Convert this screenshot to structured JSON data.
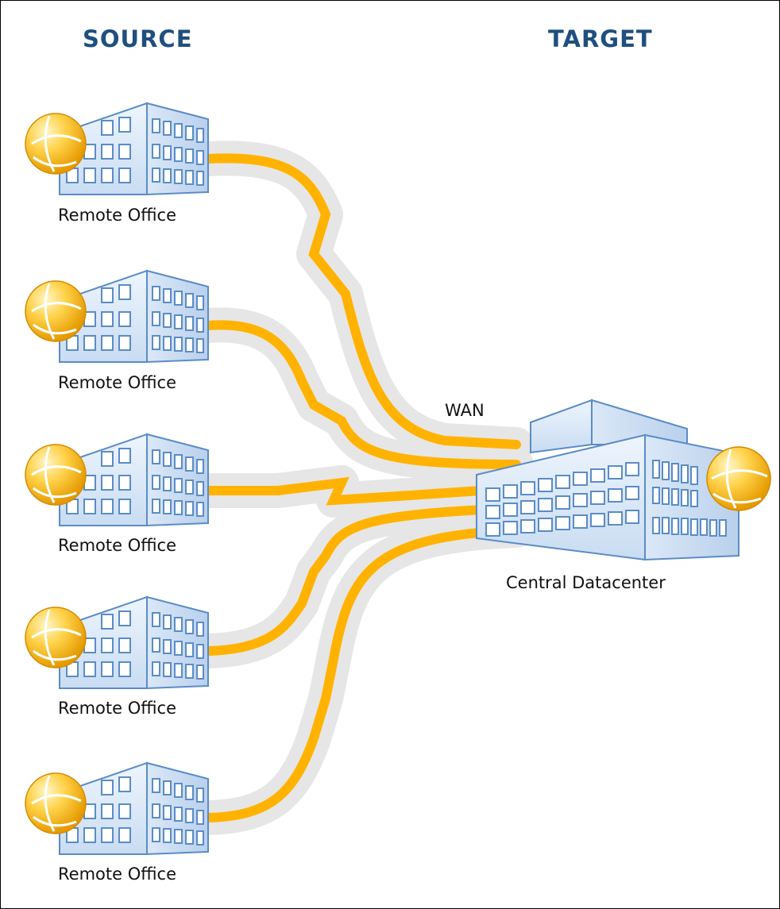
{
  "headings": {
    "source": "SOURCE",
    "target": "TARGET"
  },
  "source_nodes": [
    {
      "label": "Remote Office"
    },
    {
      "label": "Remote Office"
    },
    {
      "label": "Remote Office"
    },
    {
      "label": "Remote Office"
    },
    {
      "label": "Remote Office"
    }
  ],
  "target_node": {
    "label": "Central Datacenter"
  },
  "link_label": "WAN",
  "colors": {
    "heading": "#1f4f7e",
    "link": "#ffb300",
    "link_halo": "#e6e6e6",
    "building_face": "#dde9f7",
    "building_stroke": "#5b8cc6",
    "globe": "#f7b500"
  }
}
